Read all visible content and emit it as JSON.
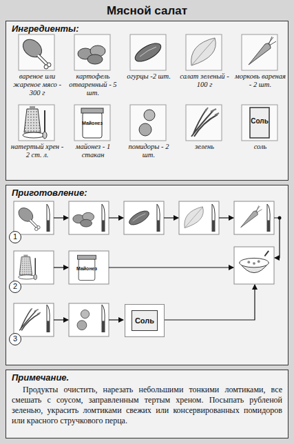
{
  "diagram": {
    "title": "Мясной салат",
    "nodes": [
      {
        "text": [
          "Ингредиенты:"
        ]
      },
      {
        "text": [
          "вареное или жареное мясо - 300 г"
        ],
        "in": 0
      },
      {
        "text": [
          "картофель отваренный - 5 шт."
        ],
        "in": 0
      },
      {
        "text": [
          "огурцы -2 шт."
        ],
        "in": 0
      },
      {
        "text": [
          "салат зеленый - 100 г"
        ],
        "in": 0
      },
      {
        "text": [
          "морковь вареная - 2 шт."
        ],
        "in": 0
      },
      {
        "text": [
          "натертый хрен - 2 ст. л."
        ],
        "in": 0
      },
      {
        "text": [
          "майонез - 1 стакан"
        ],
        "in": 0
      },
      {
        "text": [
          "помидоры - 2 шт."
        ],
        "in": 0
      },
      {
        "text": [
          "зелень"
        ],
        "in": 0
      },
      {
        "text": [
          "соль"
        ],
        "in": 0
      },
      {
        "text": [
          "Приготовление:"
        ]
      },
      {
        "text": [
          "1"
        ],
        "in": 11
      },
      {
        "text": [
          "2"
        ],
        "in": 11
      },
      {
        "text": [
          "3"
        ],
        "in": 11
      },
      {
        "text": [
          "Соль"
        ],
        "in": 11
      },
      {
        "text": [
          "Примечание.",
          "Продукты очистить, нарезать небольшими тонкими ломтиками, все смешать с соусом, заправленным тертым хреном. Посыпать рубленой зеленью, украсить ломтиками свежих или консервированных помидоров или красного стручкового перца."
        ]
      }
    ],
    "labels": [
      "Майонез",
      "Соль",
      "Майонез"
    ]
  }
}
